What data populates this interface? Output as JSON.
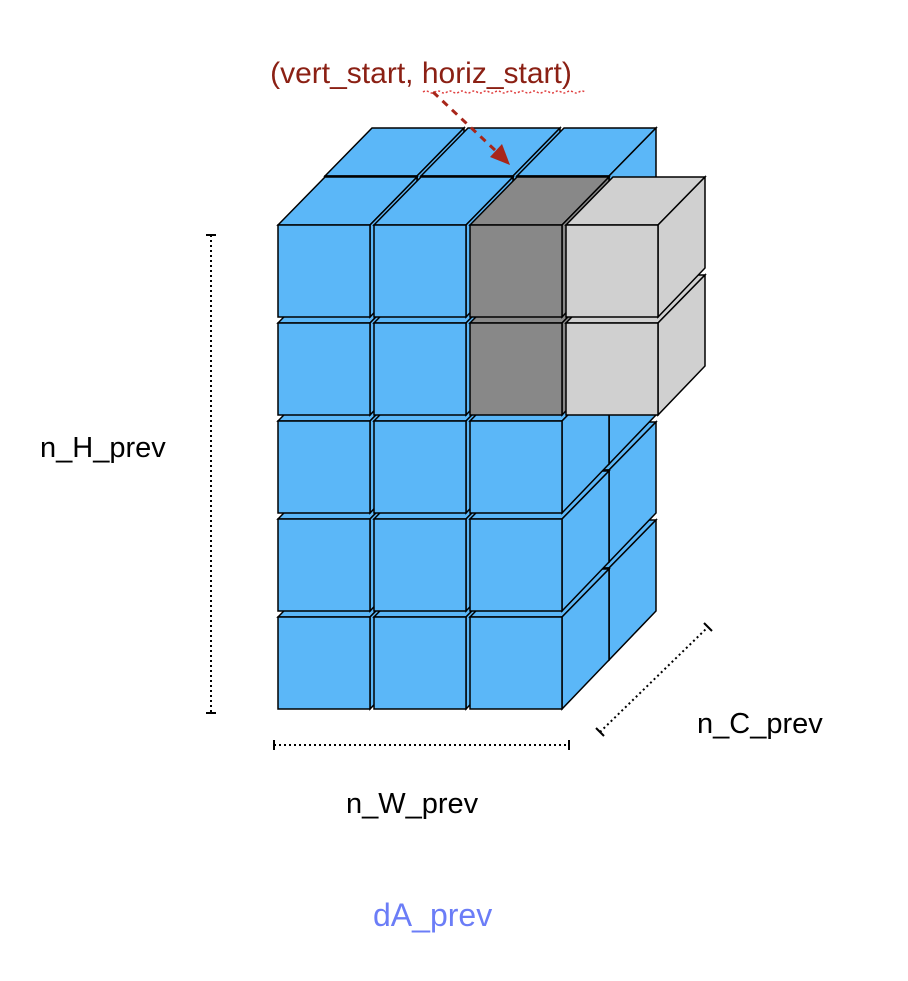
{
  "annotation": "(vert_start, horiz_start)",
  "labels": {
    "height": "n_H_prev",
    "width": "n_W_prev",
    "channels": "n_C_prev",
    "volume_name": "dA_prev"
  },
  "grid": {
    "rows": 5,
    "cols": 3,
    "depth": 2
  },
  "highlight": {
    "dark_cells": [
      [
        0,
        2
      ],
      [
        1,
        2
      ]
    ],
    "light_cells": [
      [
        0,
        3
      ],
      [
        1,
        3
      ]
    ]
  },
  "colors": {
    "cube": "#5bb7f8",
    "dark": "#888888",
    "light": "#d0d0d0",
    "annotation": "#8b2014",
    "arrow": "#a8261a",
    "title": "#6b7df7"
  }
}
